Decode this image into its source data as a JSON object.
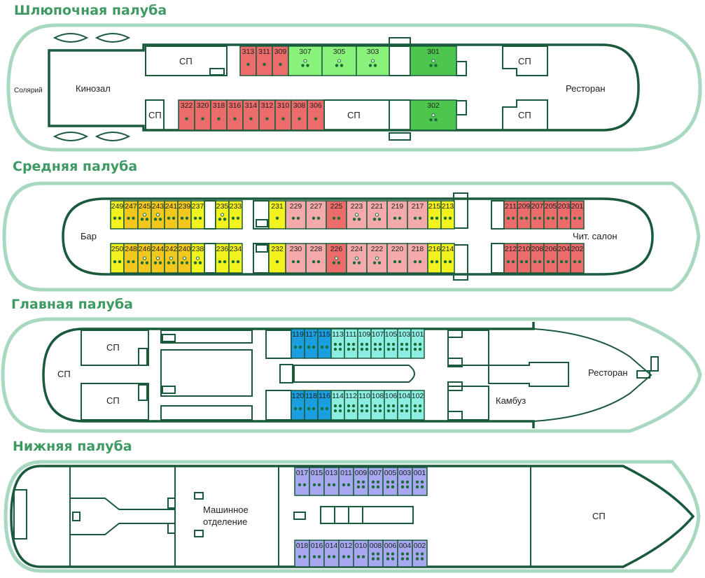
{
  "decks": {
    "boat": {
      "title": "Шлюпочная палуба"
    },
    "middle": {
      "title": "Средняя палуба"
    },
    "main": {
      "title": "Главная палуба"
    },
    "lower": {
      "title": "Нижняя палуба"
    }
  },
  "labels": {
    "solarium": "Солярий",
    "cinema": "Кинозал",
    "restaurant": "Ресторан",
    "sp": "СП",
    "bar": "Бар",
    "reading_room": "Чит. салон",
    "galley": "Камбуз",
    "engine_room_1": "Машинное",
    "engine_room_2": "отделение"
  },
  "colors": {
    "hull": "#1a5a3c",
    "outline": "#a8d8c0",
    "red": "#ec6b6b",
    "pink": "#f4aaaa",
    "light_green": "#88f27a",
    "green": "#4cc64c",
    "yellow": "#f2f21e",
    "orange": "#f2c81e",
    "blue": "#1a9ee0",
    "cyan": "#8ceee0",
    "lavender": "#a8a8f0",
    "berth": "#1a6a3a"
  },
  "cabins": {
    "boat_top": [
      {
        "num": "313",
        "color": "red",
        "berths": "1"
      },
      {
        "num": "311",
        "color": "red",
        "berths": "1"
      },
      {
        "num": "309",
        "color": "red",
        "berths": "1"
      },
      {
        "num": "307",
        "color": "light_green",
        "berths": "2s"
      },
      {
        "num": "305",
        "color": "light_green",
        "berths": "2s"
      },
      {
        "num": "303",
        "color": "light_green",
        "berths": "2s"
      },
      {
        "num": "301",
        "color": "green",
        "berths": "2s"
      }
    ],
    "boat_bottom": [
      {
        "num": "322",
        "color": "red",
        "berths": "1"
      },
      {
        "num": "320",
        "color": "red",
        "berths": "1"
      },
      {
        "num": "318",
        "color": "red",
        "berths": "1"
      },
      {
        "num": "316",
        "color": "red",
        "berths": "1"
      },
      {
        "num": "314",
        "color": "red",
        "berths": "1"
      },
      {
        "num": "312",
        "color": "red",
        "berths": "1"
      },
      {
        "num": "310",
        "color": "red",
        "berths": "1"
      },
      {
        "num": "308",
        "color": "red",
        "berths": "1"
      },
      {
        "num": "306",
        "color": "red",
        "berths": "1"
      },
      {
        "num": "302",
        "color": "green",
        "berths": "2s"
      }
    ],
    "middle_top_left": [
      {
        "num": "249",
        "color": "yellow",
        "berths": "2"
      },
      {
        "num": "247",
        "color": "orange",
        "berths": "2"
      },
      {
        "num": "245",
        "color": "orange",
        "berths": "2s"
      },
      {
        "num": "243",
        "color": "orange",
        "berths": "2s"
      },
      {
        "num": "241",
        "color": "orange",
        "berths": "2"
      },
      {
        "num": "239",
        "color": "orange",
        "berths": "2"
      },
      {
        "num": "237",
        "color": "yellow",
        "berths": "2"
      },
      {
        "num": "235",
        "color": "yellow",
        "berths": "2s"
      },
      {
        "num": "233",
        "color": "yellow",
        "berths": "2"
      }
    ],
    "middle_top_center": [
      {
        "num": "231",
        "color": "yellow",
        "berths": "1"
      },
      {
        "num": "229",
        "color": "pink",
        "berths": "2"
      },
      {
        "num": "227",
        "color": "pink",
        "berths": "2"
      },
      {
        "num": "225",
        "color": "red",
        "berths": "2"
      },
      {
        "num": "223",
        "color": "pink",
        "berths": "2s"
      },
      {
        "num": "221",
        "color": "pink",
        "berths": "2s"
      },
      {
        "num": "219",
        "color": "pink",
        "berths": "2"
      },
      {
        "num": "217",
        "color": "pink",
        "berths": "2"
      },
      {
        "num": "215",
        "color": "yellow",
        "berths": "2"
      },
      {
        "num": "213",
        "color": "yellow",
        "berths": "2"
      }
    ],
    "middle_top_right": [
      {
        "num": "211",
        "color": "red",
        "berths": "2"
      },
      {
        "num": "209",
        "color": "red",
        "berths": "2"
      },
      {
        "num": "207",
        "color": "red",
        "berths": "2"
      },
      {
        "num": "205",
        "color": "red",
        "berths": "2"
      },
      {
        "num": "203",
        "color": "red",
        "berths": "2"
      },
      {
        "num": "201",
        "color": "red",
        "berths": "2"
      }
    ],
    "middle_bottom_left": [
      {
        "num": "250",
        "color": "yellow",
        "berths": "2"
      },
      {
        "num": "248",
        "color": "orange",
        "berths": "2"
      },
      {
        "num": "246",
        "color": "orange",
        "berths": "2s"
      },
      {
        "num": "244",
        "color": "orange",
        "berths": "2s"
      },
      {
        "num": "242",
        "color": "orange",
        "berths": "2s"
      },
      {
        "num": "240",
        "color": "orange",
        "berths": "2s"
      },
      {
        "num": "238",
        "color": "yellow",
        "berths": "2s"
      },
      {
        "num": "236",
        "color": "yellow",
        "berths": "2"
      },
      {
        "num": "234",
        "color": "yellow",
        "berths": "2"
      }
    ],
    "middle_bottom_center": [
      {
        "num": "232",
        "color": "yellow",
        "berths": "1"
      },
      {
        "num": "230",
        "color": "pink",
        "berths": "2"
      },
      {
        "num": "228",
        "color": "pink",
        "berths": "2"
      },
      {
        "num": "226",
        "color": "red",
        "berths": "2s"
      },
      {
        "num": "224",
        "color": "pink",
        "berths": "2s"
      },
      {
        "num": "222",
        "color": "pink",
        "berths": "2s"
      },
      {
        "num": "220",
        "color": "pink",
        "berths": "2"
      },
      {
        "num": "218",
        "color": "pink",
        "berths": "2"
      },
      {
        "num": "216",
        "color": "yellow",
        "berths": "2"
      },
      {
        "num": "214",
        "color": "yellow",
        "berths": "2"
      }
    ],
    "middle_bottom_right": [
      {
        "num": "212",
        "color": "red",
        "berths": "2"
      },
      {
        "num": "210",
        "color": "red",
        "berths": "2"
      },
      {
        "num": "208",
        "color": "red",
        "berths": "2"
      },
      {
        "num": "206",
        "color": "red",
        "berths": "2"
      },
      {
        "num": "204",
        "color": "red",
        "berths": "2"
      },
      {
        "num": "202",
        "color": "red",
        "berths": "2"
      }
    ],
    "main_top": [
      {
        "num": "119",
        "color": "blue",
        "berths": "2"
      },
      {
        "num": "117",
        "color": "blue",
        "berths": "2"
      },
      {
        "num": "115",
        "color": "blue",
        "berths": "2"
      },
      {
        "num": "113",
        "color": "cyan",
        "berths": "3"
      },
      {
        "num": "111",
        "color": "cyan",
        "berths": "3"
      },
      {
        "num": "109",
        "color": "cyan",
        "berths": "3"
      },
      {
        "num": "107",
        "color": "cyan",
        "berths": "3"
      },
      {
        "num": "105",
        "color": "cyan",
        "berths": "3"
      },
      {
        "num": "103",
        "color": "cyan",
        "berths": "3"
      },
      {
        "num": "101",
        "color": "cyan",
        "berths": "3"
      }
    ],
    "main_bottom": [
      {
        "num": "120",
        "color": "blue",
        "berths": "2"
      },
      {
        "num": "118",
        "color": "blue",
        "berths": "2"
      },
      {
        "num": "116",
        "color": "blue",
        "berths": "2"
      },
      {
        "num": "114",
        "color": "cyan",
        "berths": "3"
      },
      {
        "num": "112",
        "color": "cyan",
        "berths": "3"
      },
      {
        "num": "110",
        "color": "cyan",
        "berths": "3"
      },
      {
        "num": "108",
        "color": "cyan",
        "berths": "3"
      },
      {
        "num": "106",
        "color": "cyan",
        "berths": "3"
      },
      {
        "num": "104",
        "color": "cyan",
        "berths": "3"
      },
      {
        "num": "102",
        "color": "cyan",
        "berths": "3"
      }
    ],
    "lower_top": [
      {
        "num": "017",
        "color": "lavender",
        "berths": "2"
      },
      {
        "num": "015",
        "color": "lavender",
        "berths": "2"
      },
      {
        "num": "013",
        "color": "lavender",
        "berths": "2"
      },
      {
        "num": "011",
        "color": "lavender",
        "berths": "2"
      },
      {
        "num": "009",
        "color": "lavender",
        "berths": "3"
      },
      {
        "num": "007",
        "color": "lavender",
        "berths": "3"
      },
      {
        "num": "005",
        "color": "lavender",
        "berths": "3"
      },
      {
        "num": "003",
        "color": "lavender",
        "berths": "3"
      },
      {
        "num": "001",
        "color": "lavender",
        "berths": "3"
      }
    ],
    "lower_bottom": [
      {
        "num": "018",
        "color": "lavender",
        "berths": "2"
      },
      {
        "num": "016",
        "color": "lavender",
        "berths": "2"
      },
      {
        "num": "014",
        "color": "lavender",
        "berths": "2"
      },
      {
        "num": "012",
        "color": "lavender",
        "berths": "2"
      },
      {
        "num": "010",
        "color": "lavender",
        "berths": "2"
      },
      {
        "num": "008",
        "color": "lavender",
        "berths": "3"
      },
      {
        "num": "006",
        "color": "lavender",
        "berths": "3"
      },
      {
        "num": "004",
        "color": "lavender",
        "berths": "3"
      },
      {
        "num": "002",
        "color": "lavender",
        "berths": "3"
      }
    ]
  }
}
